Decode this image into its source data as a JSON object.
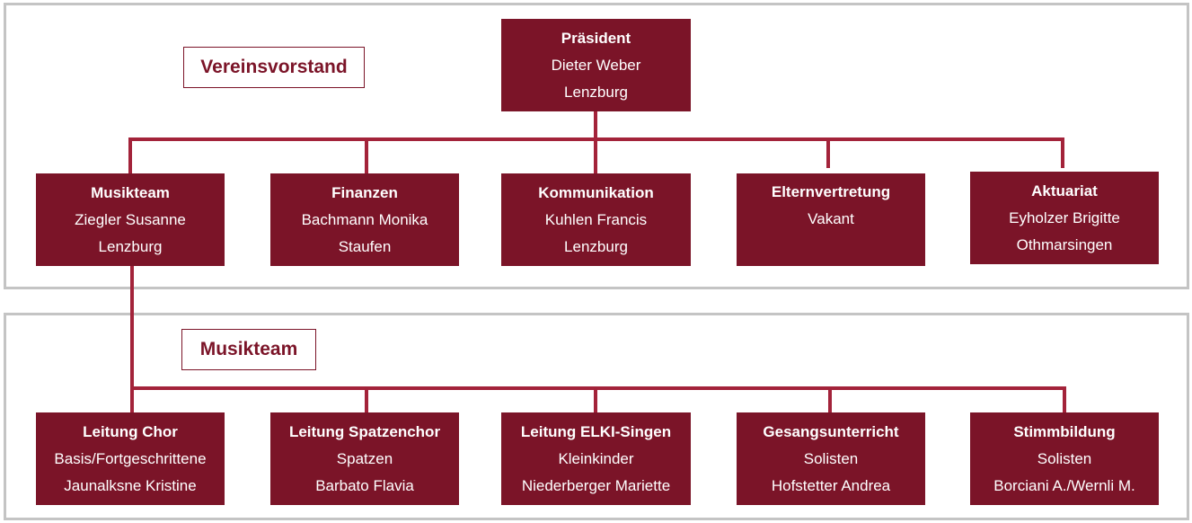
{
  "sections": {
    "vorstand_label": "Vereinsvorstand",
    "musikteam_label": "Musikteam"
  },
  "president": {
    "title": "Präsident",
    "name": "Dieter Weber",
    "place": "Lenzburg"
  },
  "board": [
    {
      "title": "Musikteam",
      "line1": "Ziegler Susanne",
      "line2": "Lenzburg"
    },
    {
      "title": "Finanzen",
      "line1": "Bachmann Monika",
      "line2": "Staufen"
    },
    {
      "title": "Kommunikation",
      "line1": "Kuhlen Francis",
      "line2": "Lenzburg"
    },
    {
      "title": "Elternvertretung",
      "line1": "Vakant",
      "line2": ""
    },
    {
      "title": "Aktuariat",
      "line1": "Eyholzer Brigitte",
      "line2": "Othmarsingen"
    }
  ],
  "musikteam": [
    {
      "title": "Leitung Chor",
      "line1": "Basis/Fortgeschrittene",
      "line2": "Jaunalksne Kristine"
    },
    {
      "title": "Leitung Spatzenchor",
      "line1": "Spatzen",
      "line2": "Barbato Flavia"
    },
    {
      "title": "Leitung ELKI-Singen",
      "line1": "Kleinkinder",
      "line2": "Niederberger Mariette"
    },
    {
      "title": "Gesangsunterricht",
      "line1": "Solisten",
      "line2": "Hofstetter Andrea"
    },
    {
      "title": "Stimmbildung",
      "line1": "Solisten",
      "line2": "Borciani A./Wernli M."
    }
  ],
  "colors": {
    "box": "#7b1428",
    "connector": "#a3233a",
    "frame": "#c4c4c4"
  }
}
